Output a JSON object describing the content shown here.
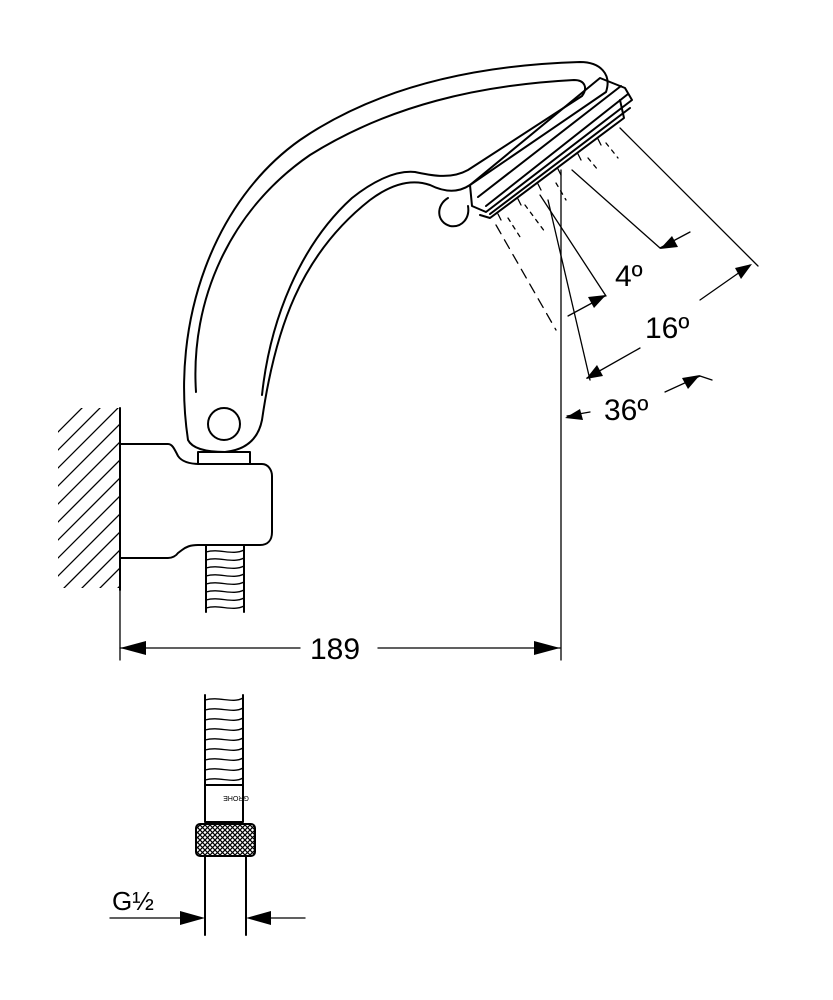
{
  "dimensions": {
    "width_value": "189",
    "angle_narrow": "4º",
    "angle_medium": "16º",
    "angle_wide": "36º",
    "thread_size": "G½"
  },
  "brand_mark": "GROHE",
  "colors": {
    "line": "#000000",
    "background": "#ffffff"
  },
  "icons": [
    "hatch-wall-icon",
    "arrowhead-icon"
  ]
}
